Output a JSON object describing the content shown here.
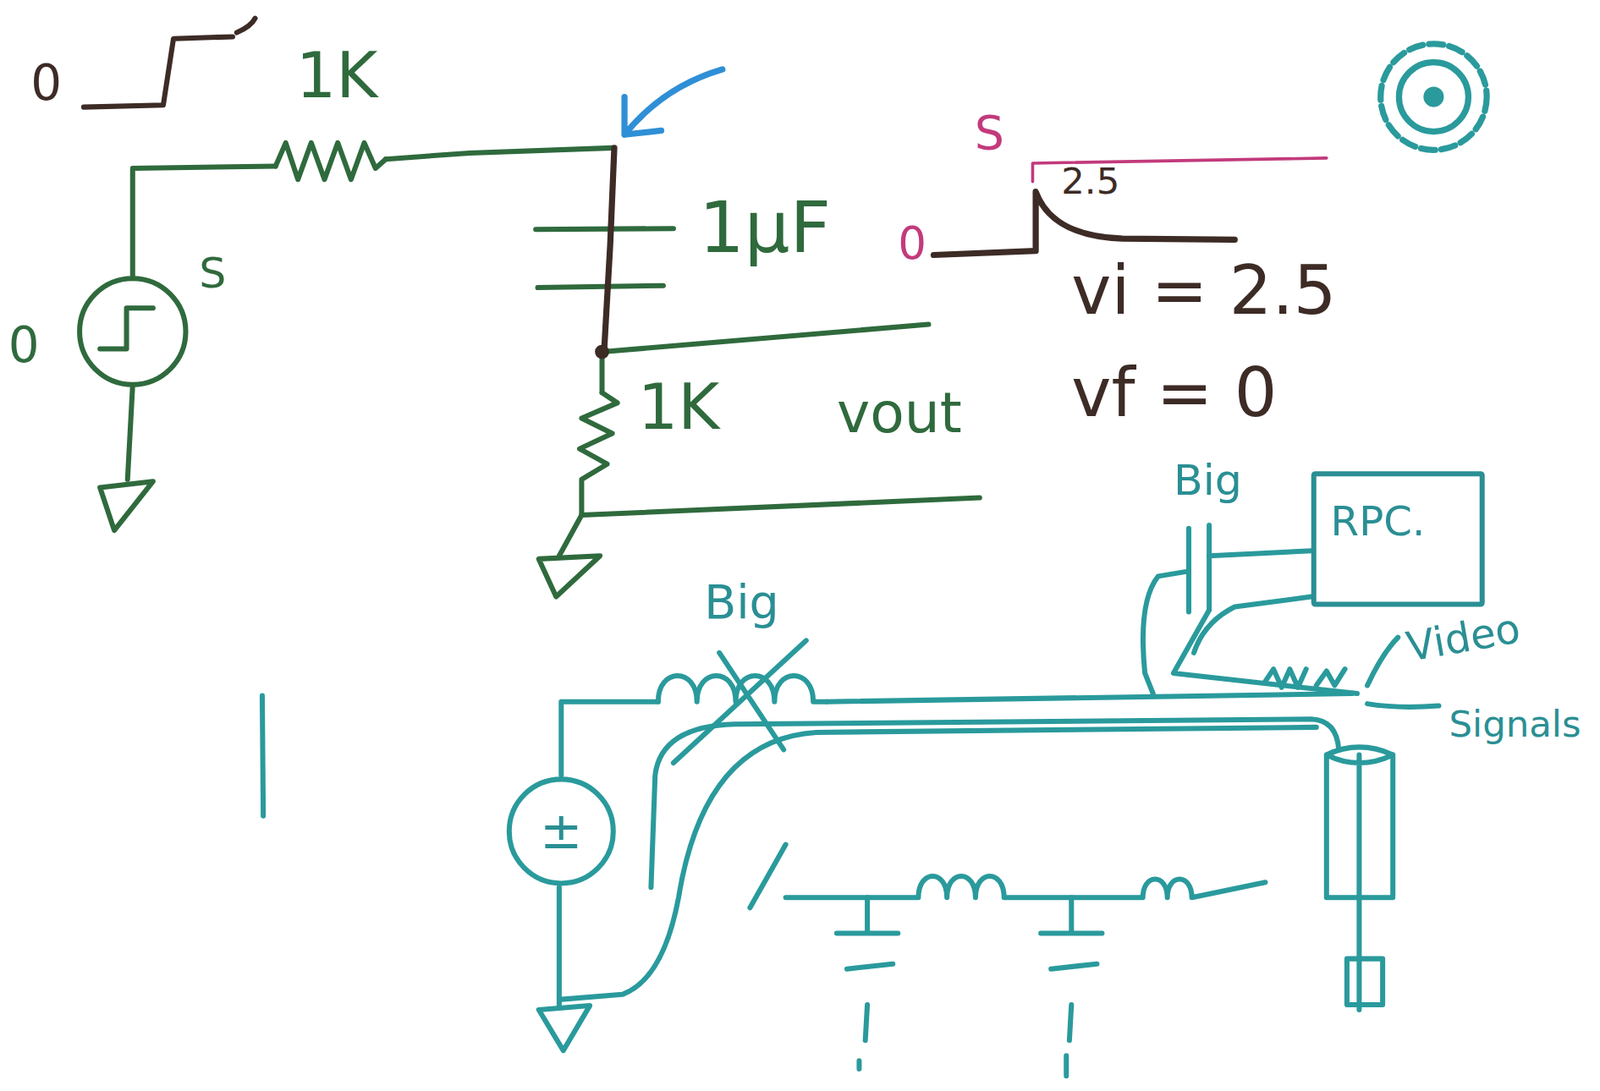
{
  "diagram": {
    "nodes": [
      {
        "text": [
          "RPC."
        ]
      },
      {
        "text": [
          "±"
        ]
      }
    ],
    "labels": [
      "0",
      "1K",
      "1μF",
      "0",
      "S",
      "1K",
      "vout",
      "S",
      "2.5",
      "0",
      "vi = 2.5",
      "vf = 0",
      "Big",
      "Big",
      "Video",
      "Signals"
    ]
  }
}
